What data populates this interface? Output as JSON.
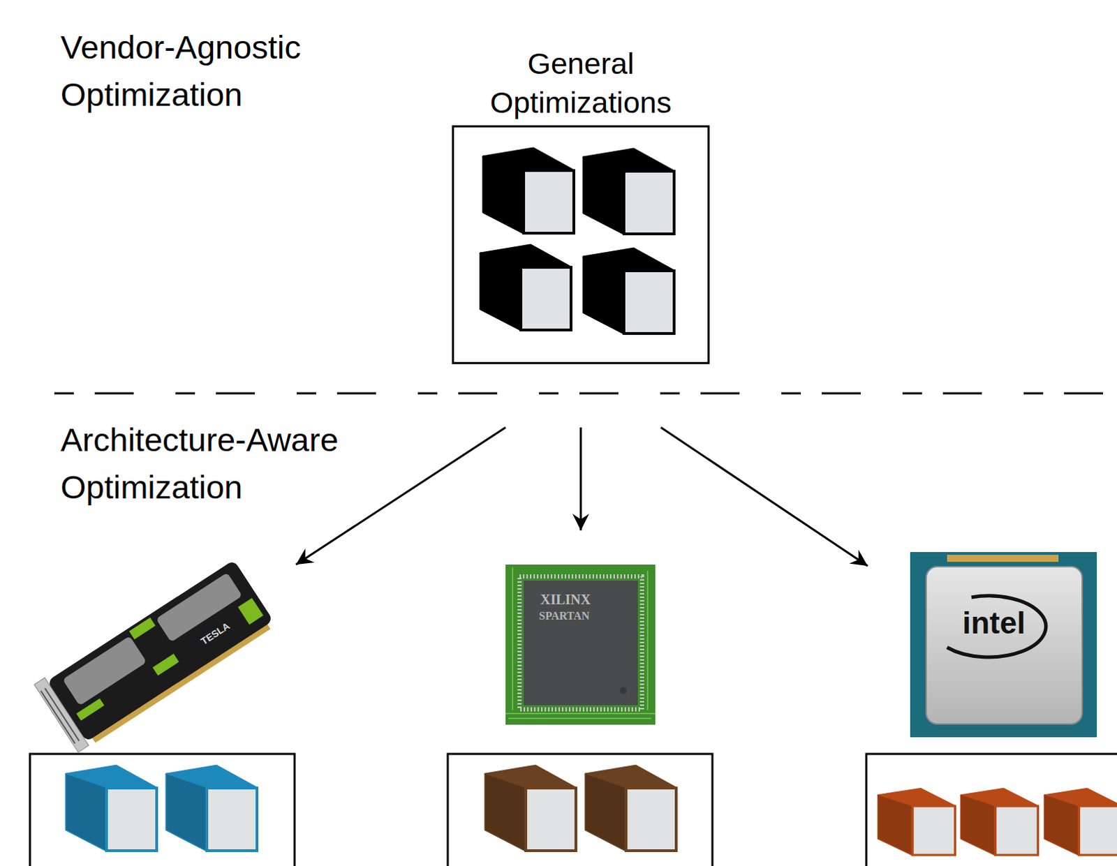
{
  "diagram": {
    "nodes": [
      {
        "text": [
          "General Optimizations"
        ]
      }
    ],
    "labels": [
      "Vendor-Agnostic Optimization",
      "Architecture-Aware Optimization",
      "TESLA",
      "XILINX",
      "SPARTAN",
      "intel"
    ]
  }
}
